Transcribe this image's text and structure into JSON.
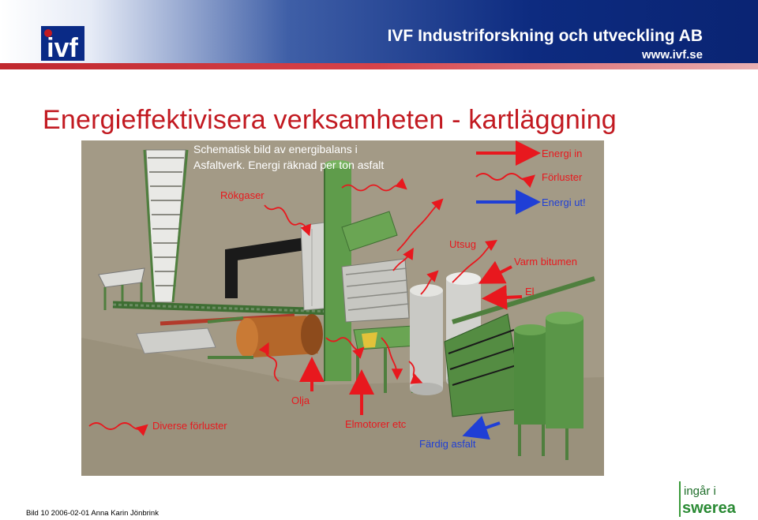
{
  "header": {
    "logo_text": "ivf",
    "company": "IVF Industriforskning och utveckling AB",
    "url": "www.ivf.se"
  },
  "title": "Energieffektivisera verksamheten - kartläggning",
  "diagram": {
    "heading_line1": "Schematisk bild av energibalans i",
    "heading_line2": "Asfaltverk. Energi räknad per ton asfalt",
    "legend": {
      "energy_in": "Energi in",
      "losses": "Förluster",
      "energy_out": "Energi ut!"
    },
    "labels": {
      "rokgaser": "Rökgaser",
      "utsug": "Utsug",
      "varm_bitumen": "Varm bitumen",
      "el": "El",
      "olja": "Olja",
      "elmotorer": "Elmotorer etc",
      "diverse": "Diverse förluster",
      "fardig": "Färdig asfalt"
    },
    "colors": {
      "in": "#e8181e",
      "loss": "#e8181e",
      "out": "#1f3fd6",
      "bg": "#a09783",
      "plant": "#5e9a4a"
    }
  },
  "footer": {
    "text": "Bild 10 2006-02-01 Anna Karin Jönbrink"
  },
  "badge": {
    "line1": "ingår i",
    "line2": "swerea"
  }
}
